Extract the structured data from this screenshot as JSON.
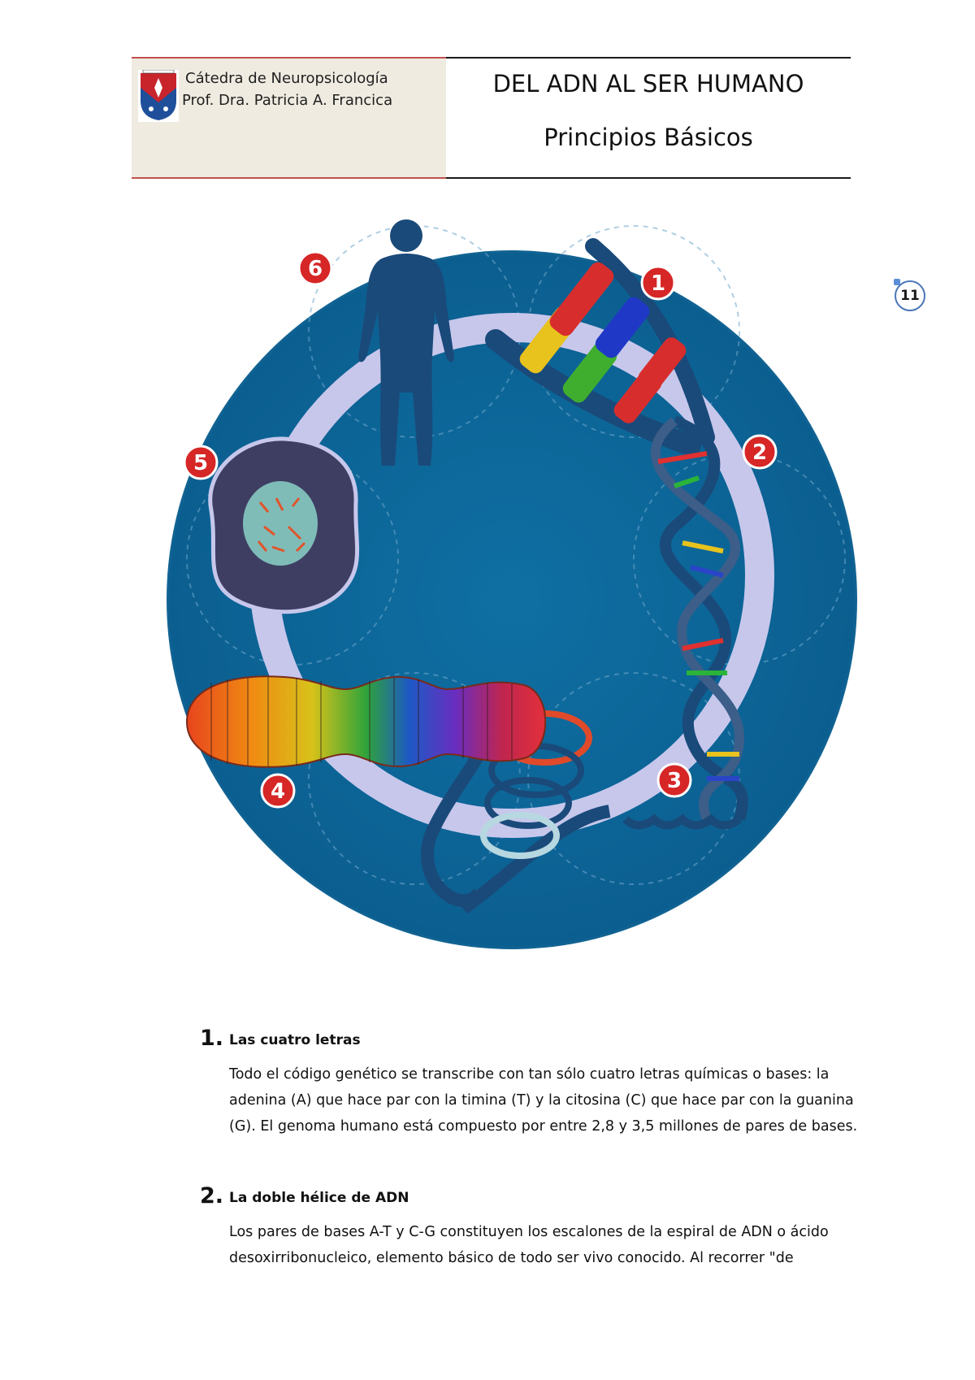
{
  "header": {
    "institution": "Cátedra de Neuropsicología",
    "professor": "Prof. Dra. Patricia A. Francica",
    "title": "DEL ADN AL SER HUMANO",
    "subtitle": "Principios Básicos"
  },
  "page_number": "11",
  "illustration": {
    "step_labels": [
      "1",
      "2",
      "3",
      "4",
      "5",
      "6"
    ],
    "colors": {
      "background": "#0e6a9c",
      "ring": "#c7c7ec",
      "dark_blue": "#1a4a7a",
      "badge_red": "#d62626"
    }
  },
  "sections": [
    {
      "number": "1.",
      "heading": "Las cuatro letras",
      "body": "Todo el código genético se transcribe con tan sólo cuatro letras químicas o bases: la adenina (A) que hace par con la timina (T) y la citosina (C) que hace par con la guanina (G). El genoma humano está compuesto por entre 2,8 y 3,5 millones de pares de bases."
    },
    {
      "number": "2.",
      "heading": "La doble hélice de ADN",
      "body": "Los pares de bases A-T y C-G constituyen los escalones de la espiral de ADN o ácido desoxirribonucleico, elemento básico de todo ser vivo conocido. Al recorrer \"de"
    }
  ]
}
